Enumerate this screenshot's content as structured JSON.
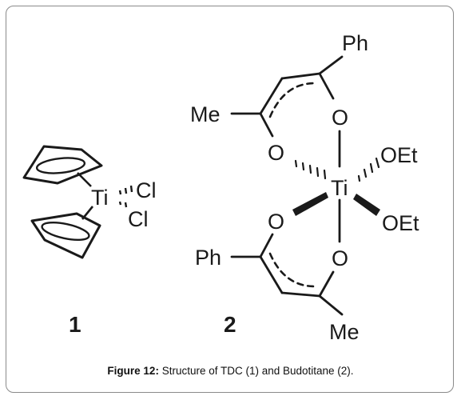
{
  "caption": {
    "label": "Figure 12:",
    "text": " Structure of TDC (1) and Budotitane (2)."
  },
  "structure1": {
    "number": "1",
    "metal": "Ti",
    "ligand_top": "Cl",
    "ligand_bottom": "Cl"
  },
  "structure2": {
    "number": "2",
    "metal": "Ti",
    "top_phenyl": "Ph",
    "top_methyl": "Me",
    "bottom_phenyl": "Ph",
    "bottom_methyl": "Me",
    "oxygen": "O",
    "ethoxy_top": "OEt",
    "ethoxy_bottom": "OEt"
  },
  "colors": {
    "ink": "#1a1a1a",
    "frame": "#8a8a8a"
  }
}
